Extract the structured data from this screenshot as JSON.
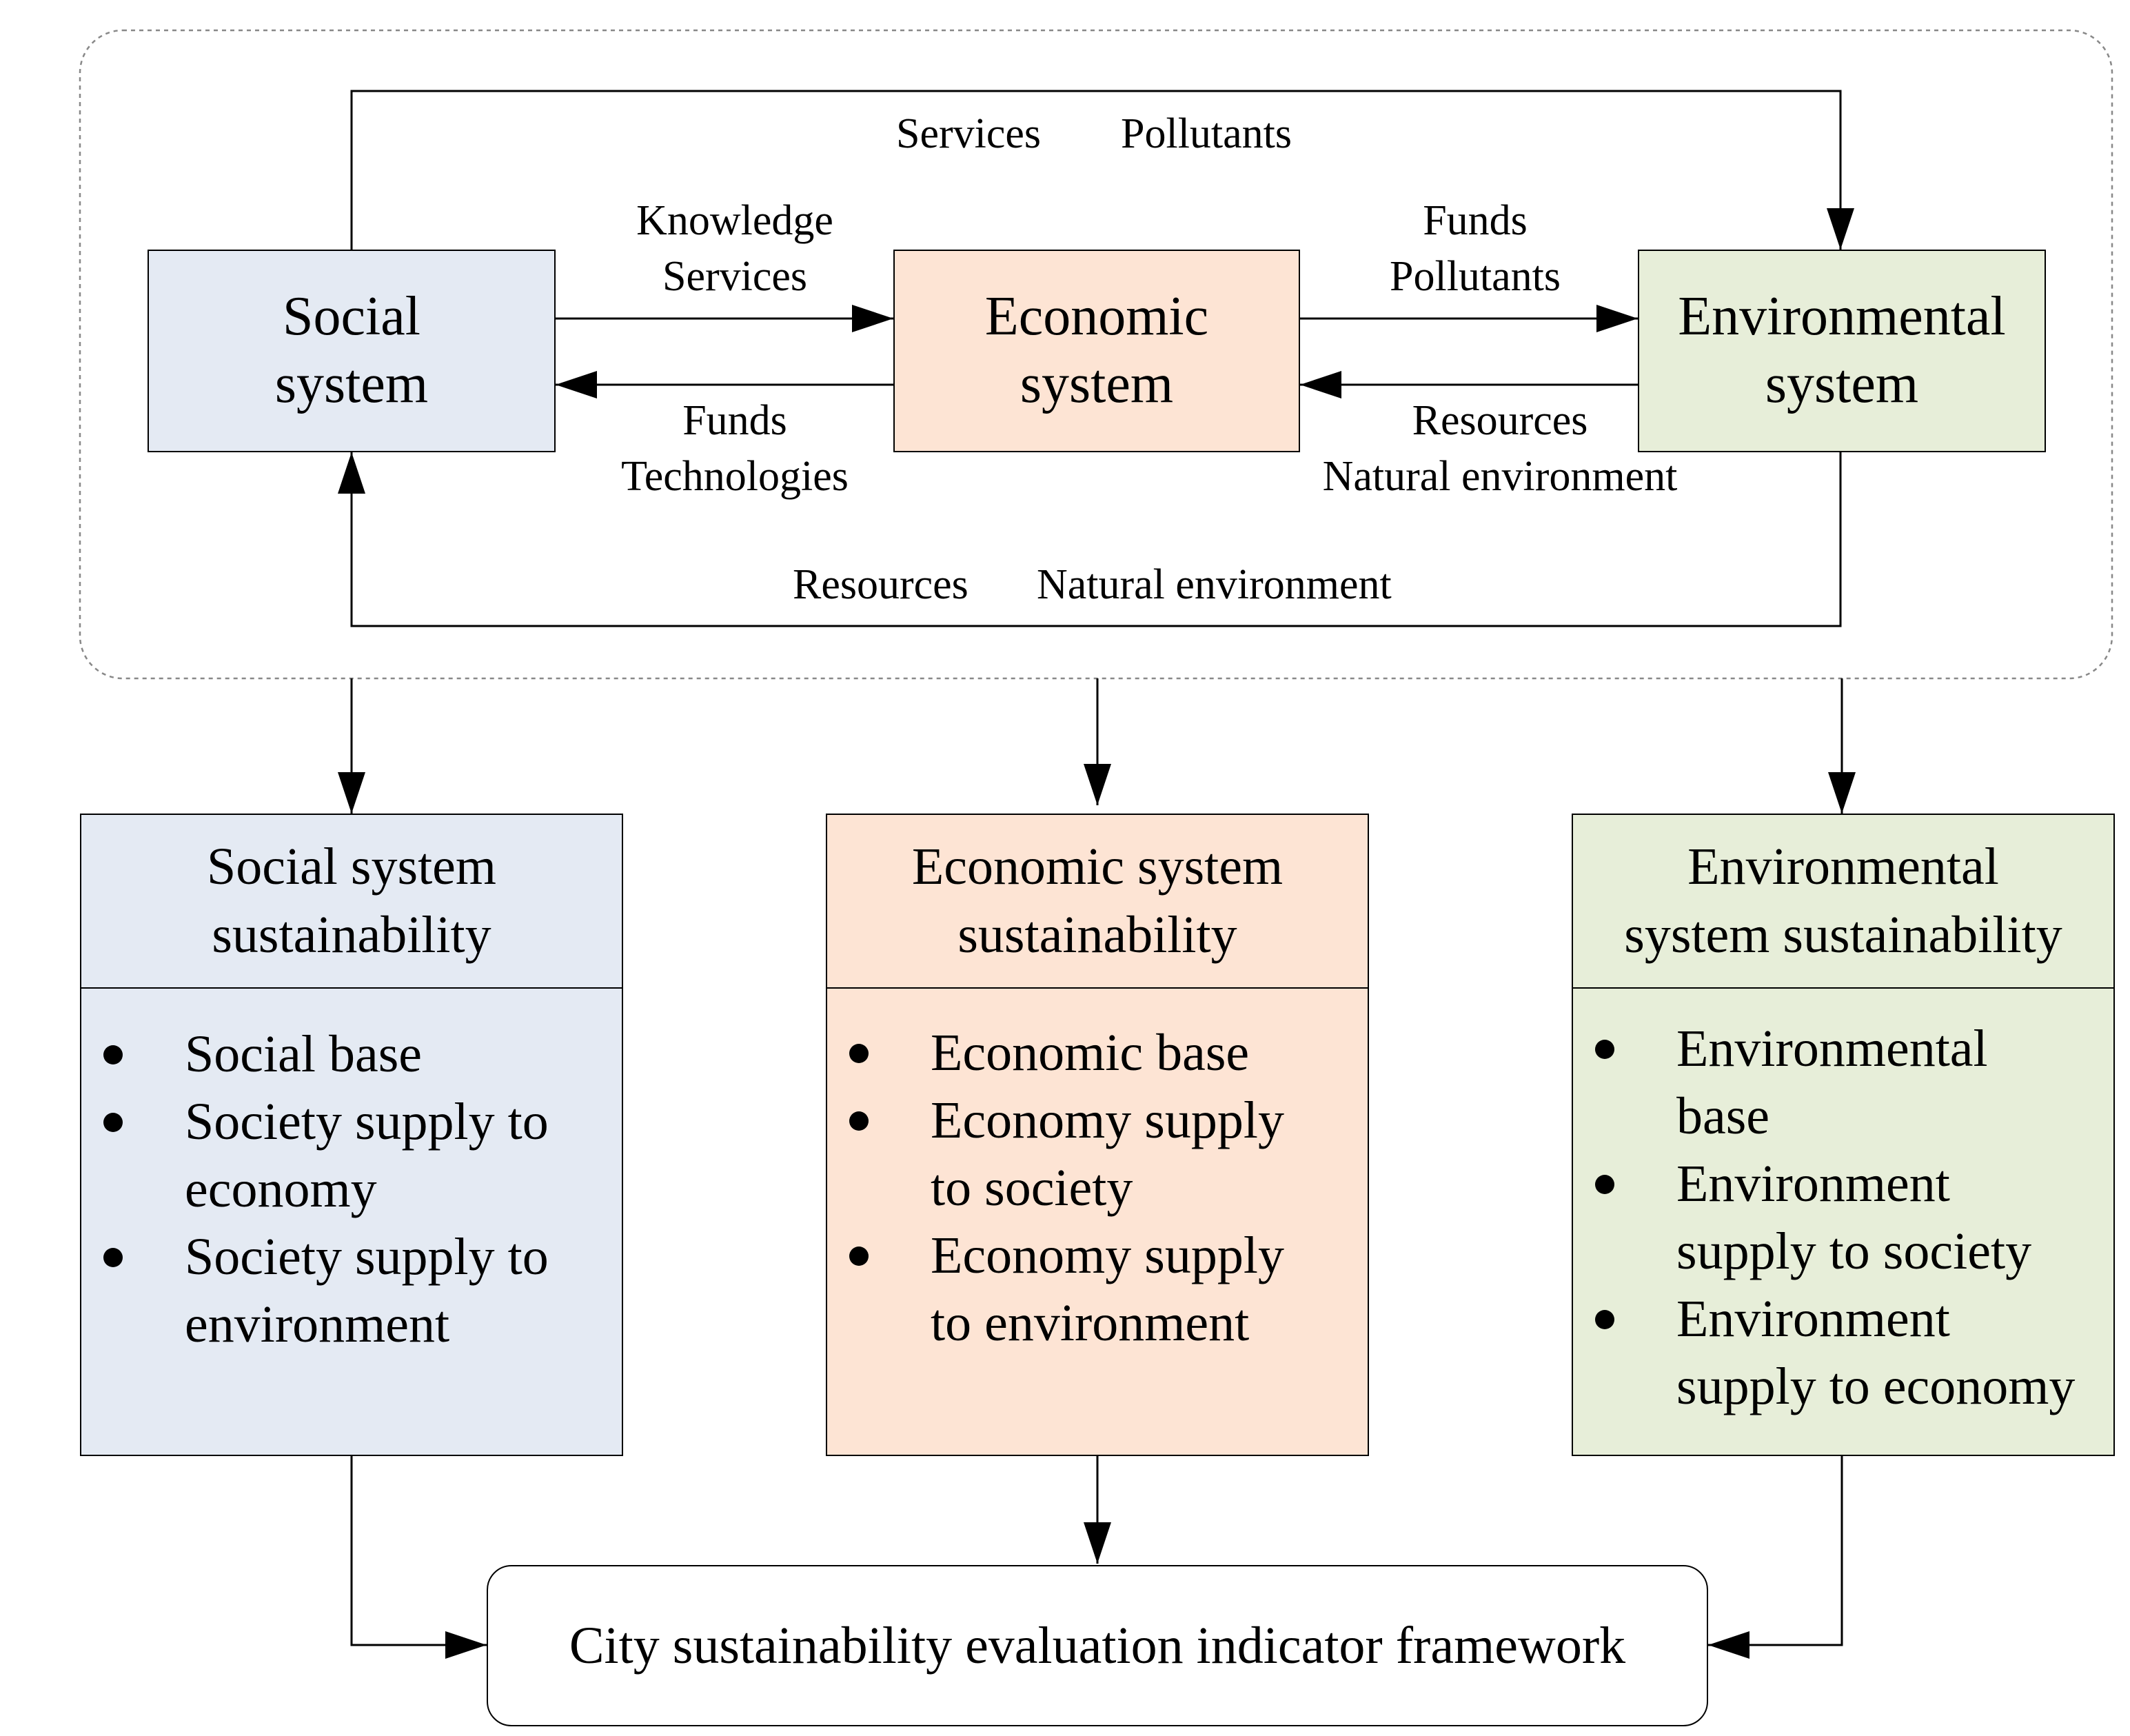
{
  "colors": {
    "social": "#e4eaf3",
    "economic": "#fde4d4",
    "environmental": "#e7eed9"
  },
  "systems": {
    "social": [
      "Social",
      "system"
    ],
    "economic": [
      "Economic",
      "system"
    ],
    "environmental": [
      "Environmental",
      "system"
    ]
  },
  "flows": {
    "top": [
      "Services",
      "Pollutants"
    ],
    "social_to_economic": [
      "Knowledge",
      "Services"
    ],
    "economic_to_social": [
      "Funds",
      "Technologies"
    ],
    "economic_to_environmental": [
      "Funds",
      "Pollutants"
    ],
    "environmental_to_economic": [
      "Resources",
      "Natural environment"
    ],
    "bottom": [
      "Resources",
      "Natural environment"
    ]
  },
  "panels": {
    "social": {
      "title": [
        "Social system",
        "sustainability"
      ],
      "items": [
        [
          "Social base"
        ],
        [
          "Society supply to",
          "economy"
        ],
        [
          "Society supply to",
          "environment"
        ]
      ]
    },
    "economic": {
      "title": [
        "Economic system",
        "sustainability"
      ],
      "items": [
        [
          "Economic base"
        ],
        [
          "Economy supply",
          "to society"
        ],
        [
          "Economy supply",
          "to environment"
        ]
      ]
    },
    "environmental": {
      "title": [
        "Environmental",
        "system sustainability"
      ],
      "items": [
        [
          "Environmental",
          "base"
        ],
        [
          "Environment",
          "supply to society"
        ],
        [
          "Environment",
          "supply to economy"
        ]
      ]
    }
  },
  "framework": "City sustainability evaluation indicator framework"
}
